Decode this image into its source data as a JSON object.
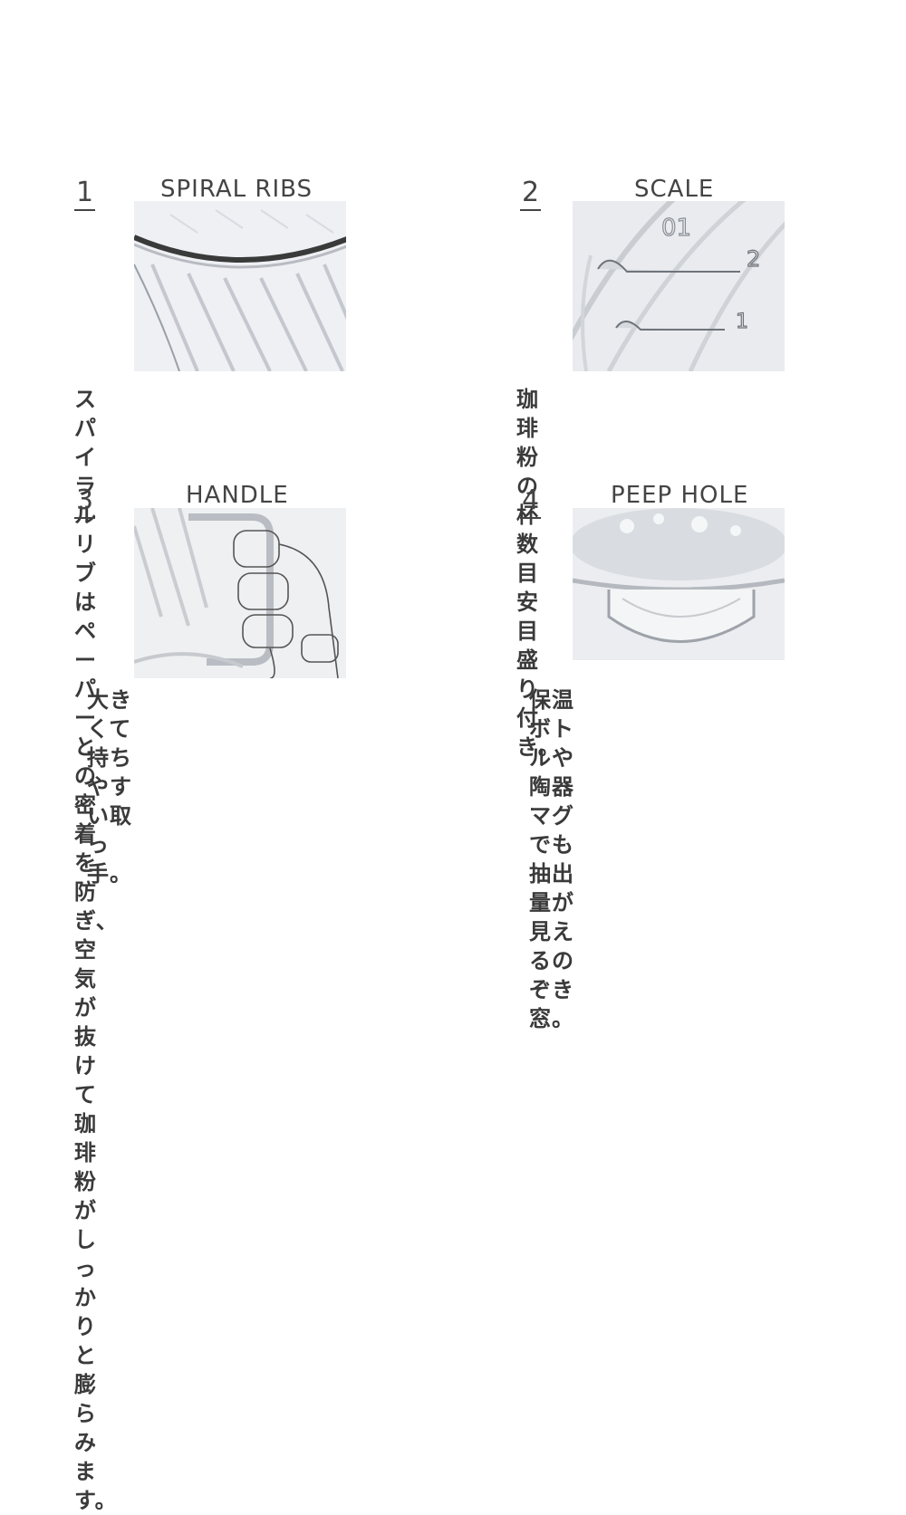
{
  "features": [
    {
      "number": "1",
      "title": "SPIRAL RIBS",
      "description": "スパイラルリブはペーパーとの\n密着を防ぎ、空気が抜けて\n珈琲粉がしっかりと膨らみます。"
    },
    {
      "number": "2",
      "title": "SCALE",
      "description": "珈琲粉の杯数目安目盛り付き。",
      "scale_marks": [
        "01",
        "2",
        "1"
      ]
    },
    {
      "number": "3",
      "title": "HANDLE",
      "description": "大きくて持ちやすい取っ手。"
    },
    {
      "number": "4",
      "title": "PEEP HOLE",
      "description": "保温ボトルや陶器マグでも\n抽出量が見えるのぞき窓。"
    }
  ]
}
